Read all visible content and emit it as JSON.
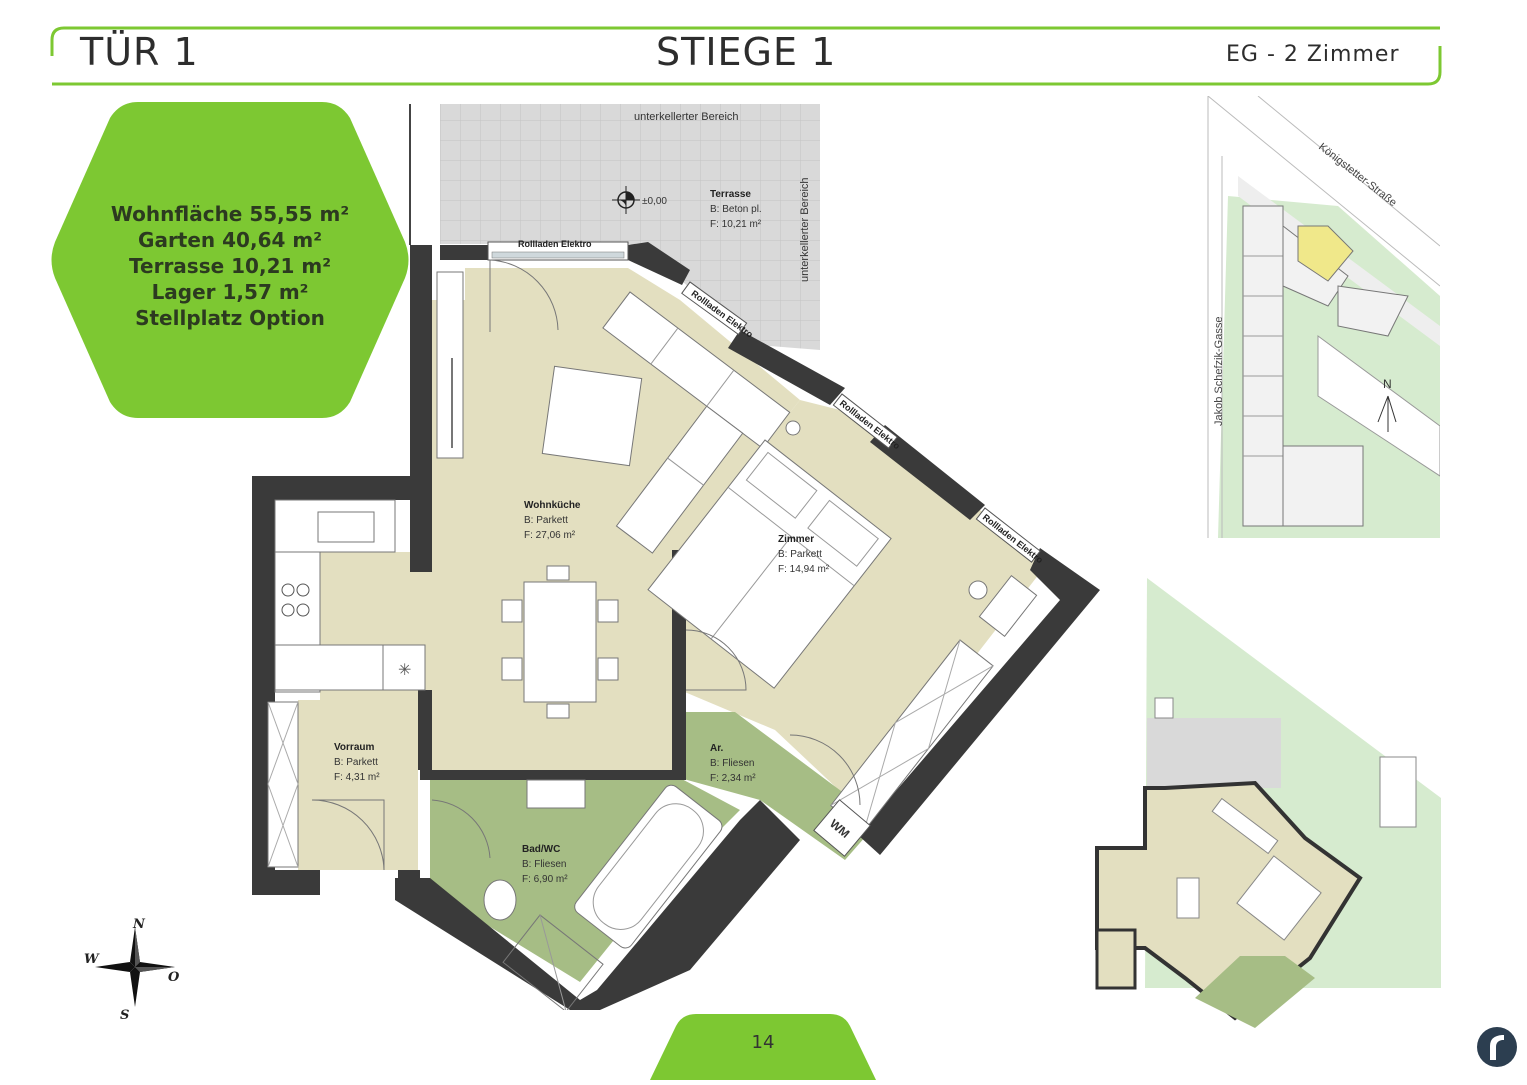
{
  "header": {
    "door": "TÜR 1",
    "staircase": "STIEGE 1",
    "unit": "EG - 2 Zimmer"
  },
  "summary": {
    "living": "Wohnfläche 55,55 m²",
    "garden": "Garten 40,64 m²",
    "terrace": "Terrasse 10,21 m²",
    "storage": "Lager 1,57 m²",
    "parking": "Stellplatz Option"
  },
  "plan": {
    "basement_top": "unterkellerter Bereich",
    "basement_right": "unterkellerter Bereich",
    "level_mark": "±0,00",
    "shutter": "Rollladen Elektro",
    "rooms": {
      "terrace": {
        "name": "Terrasse",
        "floor": "B: Beton pl.",
        "area": "F: 10,21 m²"
      },
      "kitchen": {
        "name": "Wohnküche",
        "floor": "B: Parkett",
        "area": "F: 27,06 m²"
      },
      "bedroom": {
        "name": "Zimmer",
        "floor": "B: Parkett",
        "area": "F: 14,94 m²"
      },
      "hall": {
        "name": "Vorraum",
        "floor": "B: Parkett",
        "area": "F: 4,31 m²"
      },
      "bath": {
        "name": "Bad/WC",
        "floor": "B: Fliesen",
        "area": "F: 6,90 m²"
      },
      "storage": {
        "name": "Ar.",
        "floor": "B: Fliesen",
        "area": "F: 2,34 m²"
      }
    },
    "wm": "WM"
  },
  "siteplan": {
    "street1": "Königstetter-Straße",
    "street2": "Jakob Schefzik-Gasse",
    "north": "N"
  },
  "compass": {
    "n": "N",
    "s": "S",
    "w": "W",
    "o": "O"
  },
  "page_number": "14",
  "colors": {
    "green": "#7dc832",
    "floor_beige": "#e3dfc0",
    "floor_wet": "#a6bd85",
    "wall": "#3a3a3a",
    "terrace_gray": "#d7d7d7"
  }
}
